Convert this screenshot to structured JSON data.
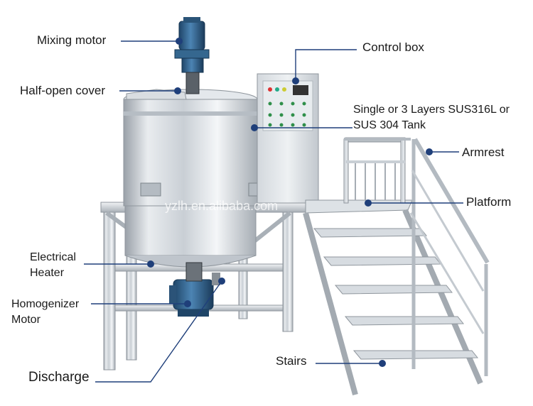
{
  "diagram": {
    "watermark": "yzlh.en.alibaba.com",
    "colors": {
      "leader_line": "#1f3f7a",
      "dot": "#1f3f7a",
      "steel_light": "#eef1f4",
      "steel_mid": "#c4cad1",
      "steel_dark": "#8a9199",
      "motor_blue": "#2f5f8a"
    },
    "callouts": [
      {
        "id": "mixing-motor",
        "text": "Mixing motor"
      },
      {
        "id": "half-open-cover",
        "text": "Half-open cover"
      },
      {
        "id": "electrical-heater",
        "lines": [
          "Electrical",
          "Heater"
        ]
      },
      {
        "id": "homogenizer-motor",
        "lines": [
          "Homogenizer",
          "Motor"
        ]
      },
      {
        "id": "discharge",
        "text": "Discharge"
      },
      {
        "id": "control-box",
        "text": "Control box"
      },
      {
        "id": "tank",
        "lines": [
          "Single or 3 Layers SUS316L or",
          "SUS 304 Tank"
        ]
      },
      {
        "id": "armrest",
        "text": "Armrest"
      },
      {
        "id": "platform",
        "text": "Platform"
      },
      {
        "id": "stairs",
        "text": "Stairs"
      }
    ]
  }
}
